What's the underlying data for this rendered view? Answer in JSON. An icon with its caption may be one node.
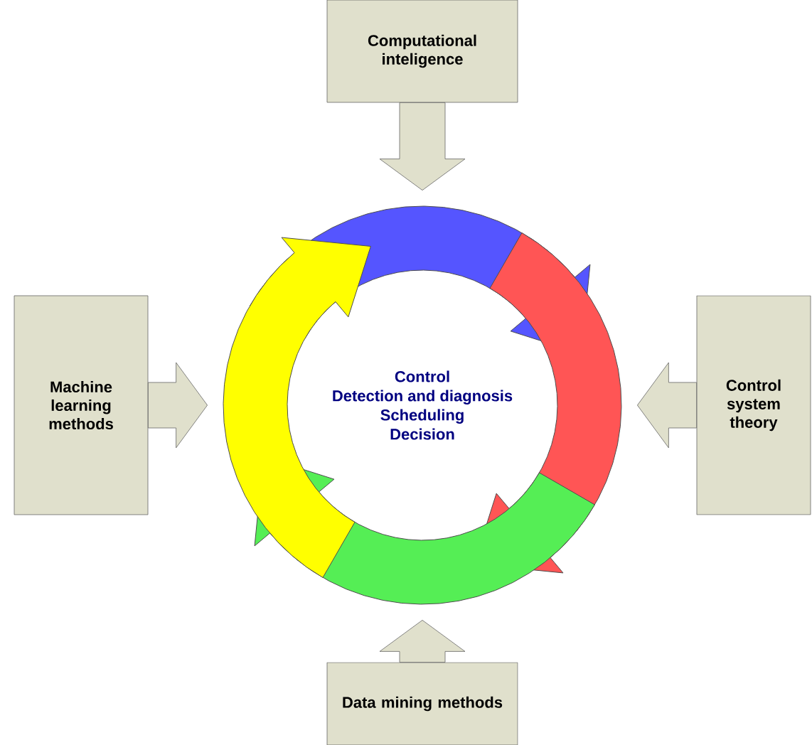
{
  "diagram": {
    "nodes": [
      {
        "text": [
          "Computational inteligence"
        ]
      },
      {
        "text": [
          "Machine learning methods"
        ]
      },
      {
        "text": [
          "Control",
          "Detection and diagnosis",
          "Scheduling",
          "Decision"
        ]
      },
      {
        "text": [
          "Control system theory"
        ]
      },
      {
        "text": [
          "Data mining methods"
        ]
      }
    ],
    "edges": [
      {
        "from": 0,
        "to": 2,
        "arrow": "to"
      },
      {
        "from": 1,
        "to": 2,
        "arrow": "to"
      },
      {
        "from": 3,
        "to": 2,
        "arrow": "to"
      },
      {
        "from": 4,
        "to": 2,
        "arrow": "to"
      }
    ]
  }
}
